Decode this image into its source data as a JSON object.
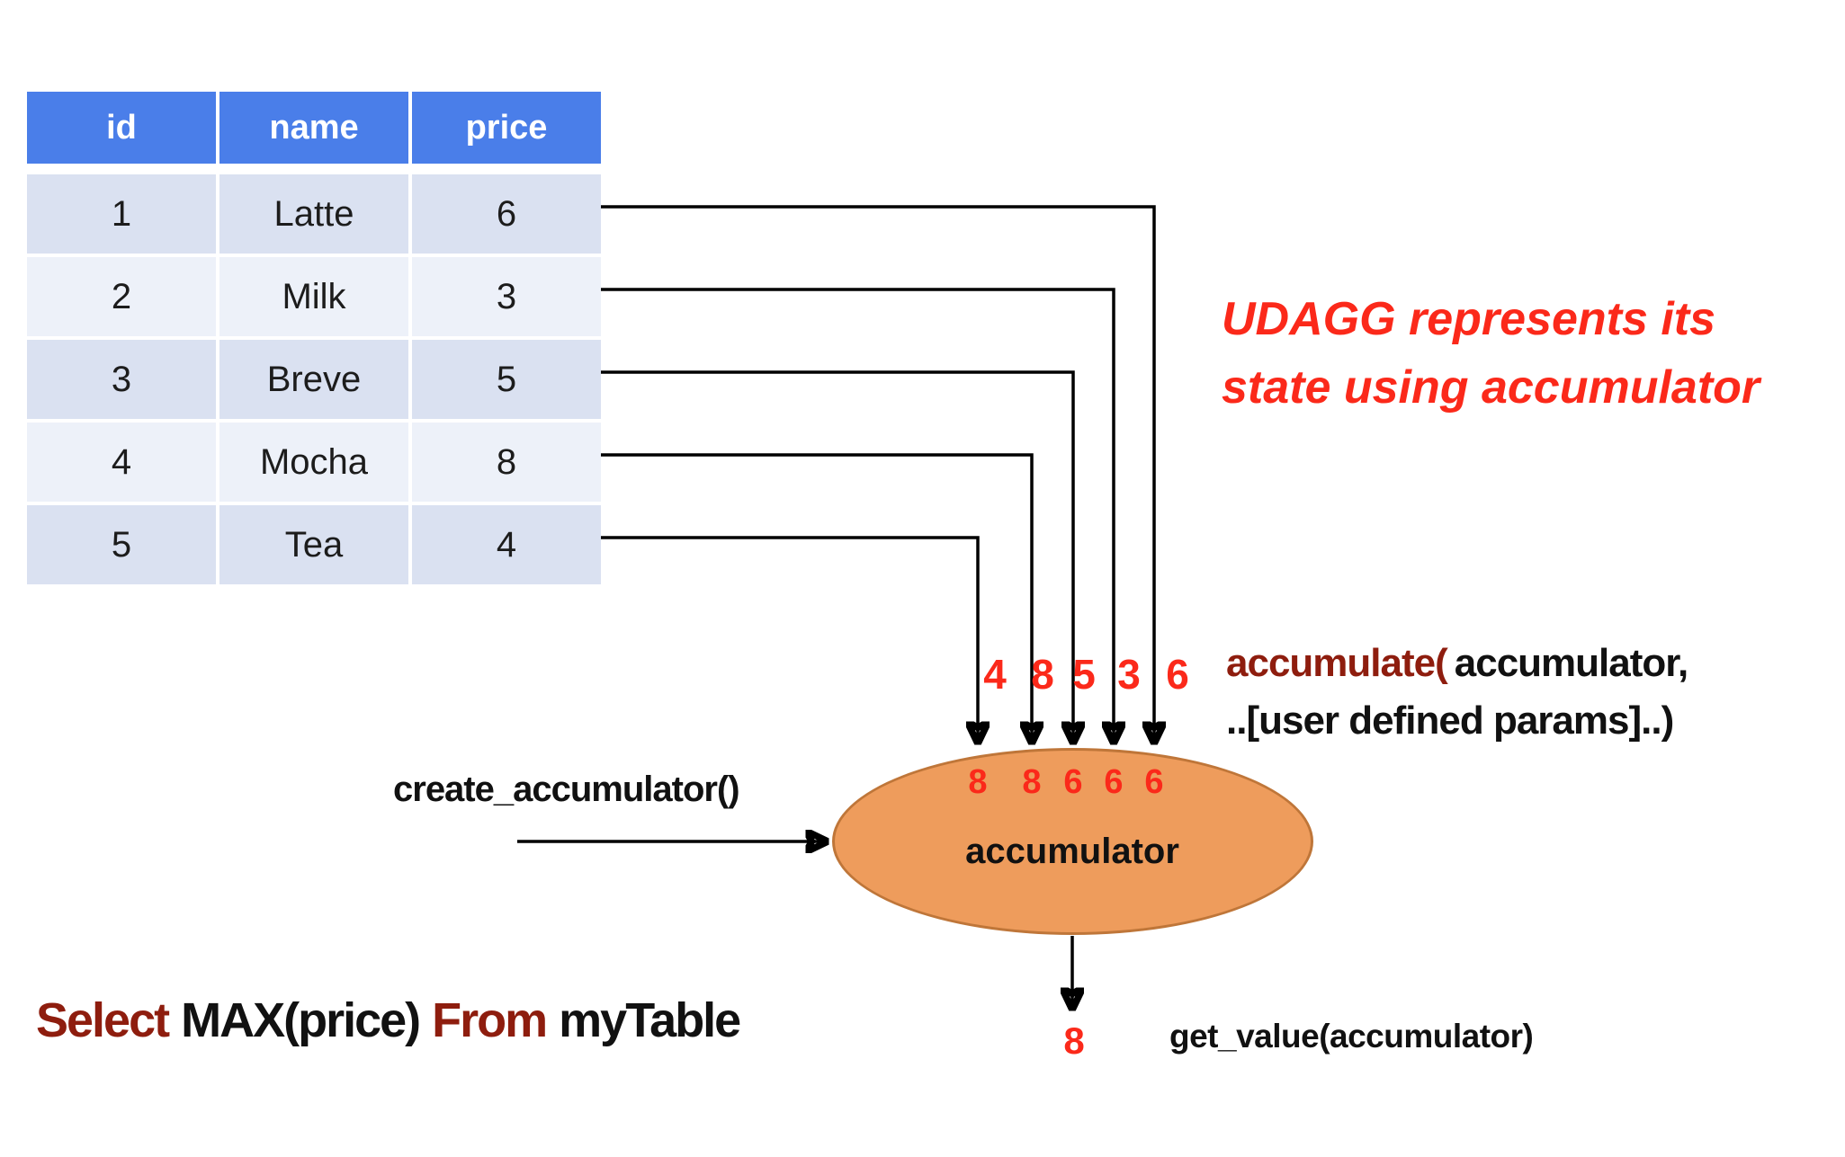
{
  "colors": {
    "table_header_blue": "#4a7ee9",
    "table_row_dark": "#dae1f1",
    "table_row_light": "#edf1f9",
    "ellipse_fill": "#ee9c5c",
    "ellipse_border": "#bf7639",
    "accent_red": "#fb291a",
    "keyword_maroon": "#8e1d0e"
  },
  "table": {
    "columns": [
      "id",
      "name",
      "price"
    ],
    "rows": [
      {
        "id": "1",
        "name": "Latte",
        "price": "6"
      },
      {
        "id": "2",
        "name": "Milk",
        "price": "3"
      },
      {
        "id": "3",
        "name": "Breve",
        "price": "5"
      },
      {
        "id": "4",
        "name": "Mocha",
        "price": "8"
      },
      {
        "id": "5",
        "name": "Tea",
        "price": "4"
      }
    ]
  },
  "annotation": {
    "line1": "UDAGG represents its",
    "line2": "state using accumulator"
  },
  "flow": {
    "input_values": [
      "4",
      "8",
      "5",
      "3",
      "6"
    ],
    "state_values": [
      "8",
      "8",
      "6",
      "6",
      "6"
    ],
    "accumulator_label": "accumulator",
    "create_label": "create_accumulator()",
    "accumulate_fn": "accumulate(",
    "accumulate_args": "accumulator,",
    "accumulate_line2": "..[user defined params]..)",
    "get_value_label": "get_value(accumulator)",
    "result_value": "8"
  },
  "query": {
    "select_kw": "Select",
    "select_expr": "MAX(price)",
    "from_kw": "From",
    "table_name": "myTable"
  }
}
